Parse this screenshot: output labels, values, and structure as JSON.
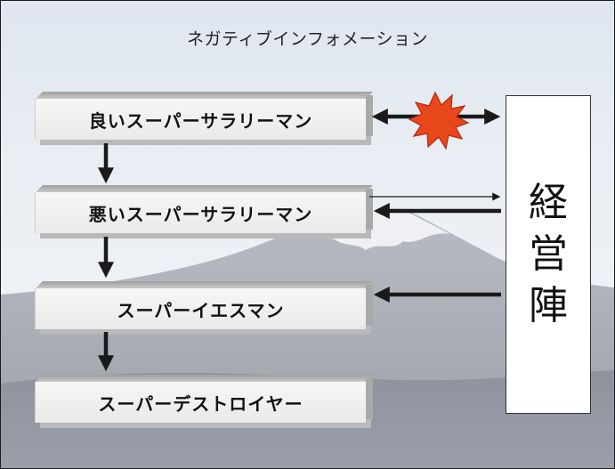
{
  "title": "ネガティブインフォメーション",
  "boxes": {
    "good": "良いスーパーサラリーマン",
    "bad": "悪いスーパーサラリーマン",
    "yes": "スーパーイエスマン",
    "destroy": "スーパーデストロイヤー"
  },
  "management": [
    "経",
    "営",
    "陣"
  ],
  "colors": {
    "arrow": "#1a1a1a",
    "burst_fill": "#e8471c",
    "burst_stroke": "#b32a0c"
  },
  "icons": {
    "conflict": "explosion-icon"
  }
}
